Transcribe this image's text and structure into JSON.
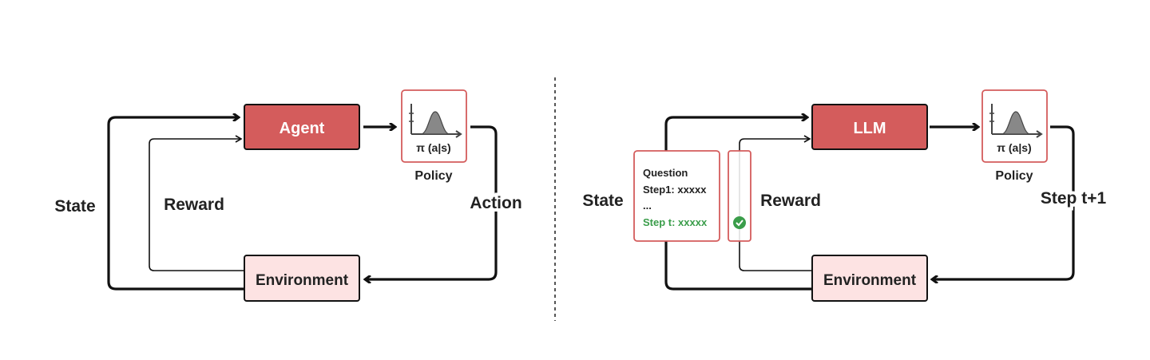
{
  "colors": {
    "agent_fill": "#d45c5c",
    "env_fill": "#fde3e3",
    "policy_border": "#d45c5c",
    "state_card_border": "#d45c5c",
    "highlight_green": "#3a9d4a",
    "line": "#111111",
    "divider": "#555555"
  },
  "left": {
    "agent_label": "Agent",
    "environment_label": "Environment",
    "policy_formula": "π (a|s)",
    "policy_caption": "Policy",
    "state_label": "State",
    "reward_label": "Reward",
    "action_label": "Action"
  },
  "right": {
    "llm_label": "LLM",
    "environment_label": "Environment",
    "policy_formula": "π (a|s)",
    "policy_caption": "Policy",
    "state_label": "State",
    "reward_label": "Reward",
    "step_label": "Step t+1",
    "state_card": {
      "line1": "Question",
      "line2": "Step1: xxxxx",
      "line3": "...",
      "line4": "Step t: xxxxx"
    },
    "reward_icon": "check-circle-icon"
  }
}
